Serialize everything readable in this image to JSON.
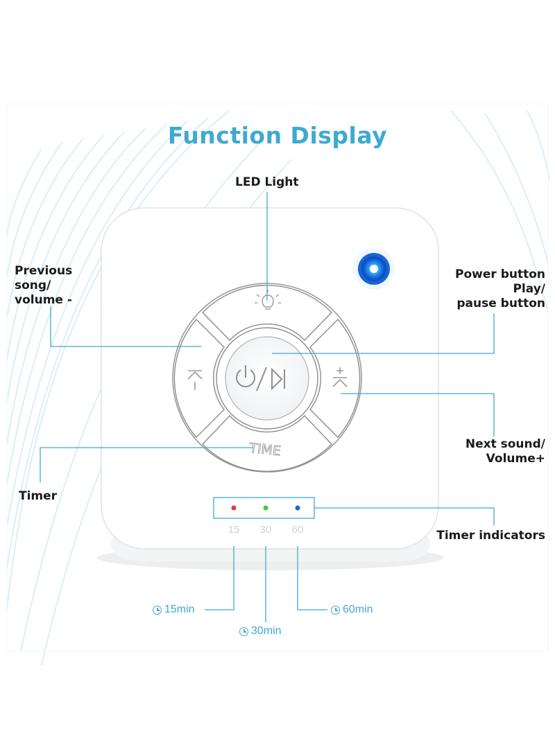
{
  "title": "Function Display",
  "labels": {
    "led_light": "LED Light",
    "previous": [
      "Previous",
      "song/",
      "volume -"
    ],
    "power": [
      "Power button",
      "Play/",
      "pause button"
    ],
    "next": [
      "Next sound/",
      "Volume+"
    ],
    "timer": "Timer",
    "timer_indicators": "Timer indicators"
  },
  "device": {
    "time_label": "TIME",
    "indicator_numbers": [
      "15",
      "30",
      "60"
    ]
  },
  "timers": [
    "15min",
    "30min",
    "60min"
  ],
  "icons": [
    "light-icon",
    "power-play-pause-icon",
    "previous-volume-down-icon",
    "next-volume-up-icon",
    "clock-icon"
  ],
  "colors": {
    "accent": "#3fa9d0",
    "led": "#1e7fff",
    "indicator_15": "#e53935",
    "indicator_30": "#43c743",
    "indicator_60": "#1e5fd6"
  }
}
